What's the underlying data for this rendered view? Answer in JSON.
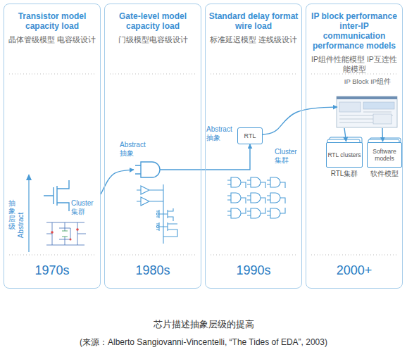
{
  "diagram": {
    "caption": "芯片描述抽象层级的提高",
    "nodes": [
      {
        "text": [
          "Transistor model capacity load",
          "晶体管级模型 电容级设计",
          "1970s"
        ]
      },
      {
        "text": [
          "Gate-level model capacity load",
          "门级模型电容级设计",
          "1980s"
        ]
      },
      {
        "text": [
          "Standard delay format wire load",
          "标准延迟模型 连线级设计",
          "1990s"
        ]
      },
      {
        "text": [
          "RTL"
        ],
        "in": 2
      },
      {
        "text": [
          "IP block performance inter-IP communication performance models",
          "IP组件性能模型 IP互连性能模型",
          "2000+"
        ]
      },
      {
        "text": [
          "IP Block IP组件"
        ],
        "in": 4
      },
      {
        "text": [
          "RTL clusters",
          "RTL集群"
        ],
        "in": 4
      },
      {
        "text": [
          "Software models",
          "软件模型"
        ],
        "in": 4
      }
    ],
    "edges": [
      {
        "from": 0,
        "to": 1,
        "arrow": "to"
      },
      {
        "from": 1,
        "to": 3,
        "arrow": "to"
      },
      {
        "from": 3,
        "to": 5,
        "arrow": "to"
      },
      {
        "from": 5,
        "to": 6,
        "arrow": "to"
      },
      {
        "from": 5,
        "to": 7,
        "arrow": "to"
      }
    ],
    "labels": [
      "抽象层级",
      "Abstract",
      "Cluster 集群",
      "Abstract 抽象",
      "Abstract 抽象",
      "Cluster 集群",
      "(来源：Alberto Sangiovanni-Vincentelli, “The Tides of EDA”, 2003)"
    ]
  }
}
